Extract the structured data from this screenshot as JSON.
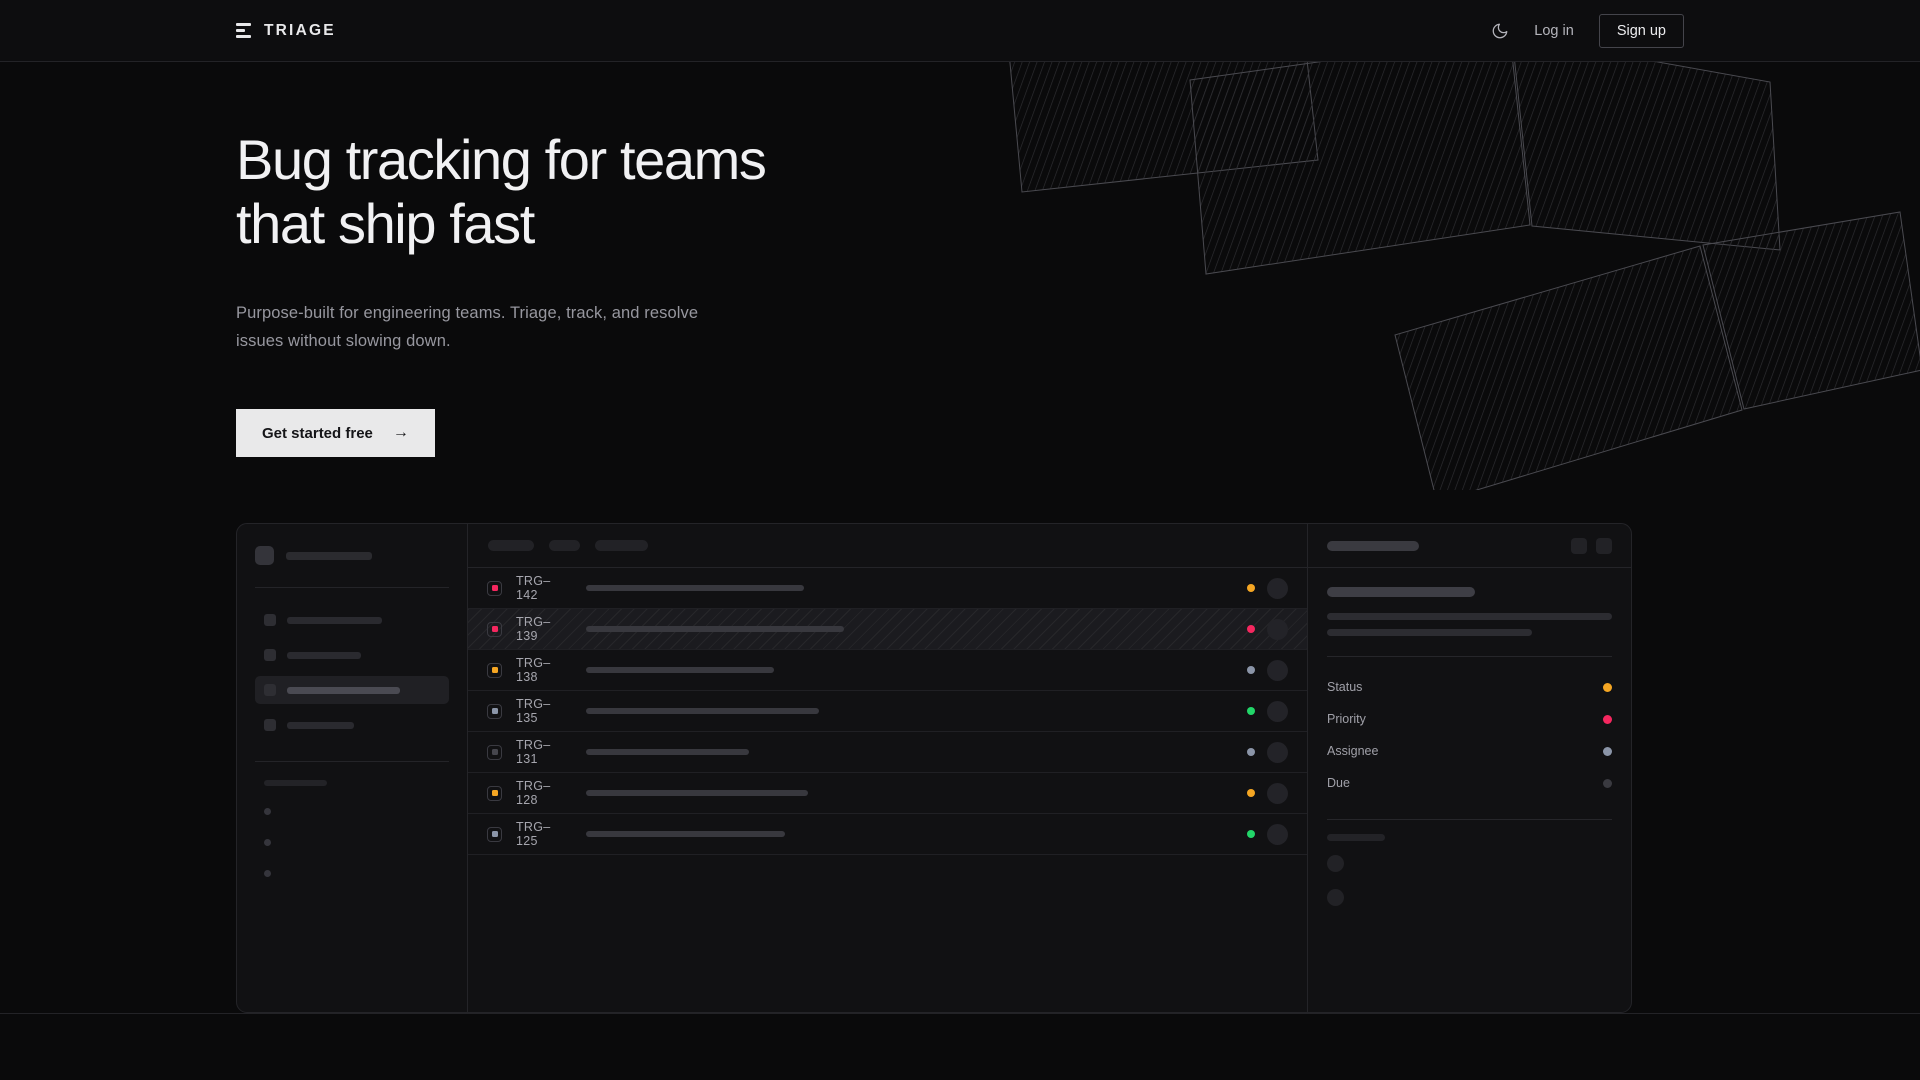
{
  "brand": {
    "name": "TRIAGE",
    "icon": "triage-bars-icon"
  },
  "nav": {
    "theme_toggle_icon": "moon-icon",
    "login_label": "Log in",
    "signup_label": "Sign up"
  },
  "hero": {
    "heading_line1": "Bug tracking for teams",
    "heading_line2": "that ship fast",
    "subheading": "Purpose-built for engineering teams. Triage, track, and resolve issues without slowing down.",
    "cta_label": "Get started free",
    "cta_arrow": "→"
  },
  "colors": {
    "page_bg": "#0a0a0b",
    "nav_bg": "#0d0d0f",
    "border": "#242428",
    "text_primary": "#f1f1f3",
    "text_muted": "#97979f",
    "cta_bg": "#e9e9ea",
    "status_amber": "#f5a623",
    "status_pink": "#f5275f",
    "status_green": "#22d669",
    "status_slate": "#8b95a8",
    "status_grey": "#3a3a40"
  },
  "mockup": {
    "sidebar": {
      "header_skeleton_width": 86,
      "items": [
        {
          "label_width": 95,
          "active": false
        },
        {
          "label_width": 74,
          "active": false
        },
        {
          "label_width": 113,
          "active": true
        },
        {
          "label_width": 67,
          "active": false
        }
      ],
      "section_label_width": 63,
      "sub_items": [
        {
          "width": 0
        },
        {
          "width": 0
        },
        {
          "width": 0
        }
      ]
    },
    "list": {
      "toolbar_skeletons": [
        46,
        31,
        53
      ],
      "rows": [
        {
          "id": "TRG–142",
          "priority_color": "#f5275f",
          "title_width": 218,
          "status_color": "#f5a623",
          "highlighted": false
        },
        {
          "id": "TRG–139",
          "priority_color": "#f5275f",
          "title_width": 258,
          "status_color": "#f5275f",
          "highlighted": true
        },
        {
          "id": "TRG–138",
          "priority_color": "#f5a623",
          "title_width": 188,
          "status_color": "#8b95a8",
          "highlighted": false
        },
        {
          "id": "TRG–135",
          "priority_color": "#8b95a8",
          "title_width": 233,
          "status_color": "#22d669",
          "highlighted": false
        },
        {
          "id": "TRG–131",
          "priority_color": "#46464d",
          "title_width": 163,
          "status_color": "#8b95a8",
          "highlighted": false
        },
        {
          "id": "TRG–128",
          "priority_color": "#f5a623",
          "title_width": 222,
          "status_color": "#f5a623",
          "highlighted": false
        },
        {
          "id": "TRG–125",
          "priority_color": "#8b95a8",
          "title_width": 199,
          "status_color": "#22d669",
          "highlighted": false
        }
      ]
    },
    "detail": {
      "title_skeleton_width": 92,
      "header_buttons": [
        "detail-action-1",
        "detail-action-2"
      ],
      "meta": [
        {
          "label": "Status",
          "color": "#f5a623"
        },
        {
          "label": "Priority",
          "color": "#f5275f"
        },
        {
          "label": "Assignee",
          "color": "#8b95a8"
        },
        {
          "label": "Due",
          "color": "#3a3a40"
        }
      ],
      "footer_label_width": 58,
      "footer_avatars": 2
    }
  }
}
